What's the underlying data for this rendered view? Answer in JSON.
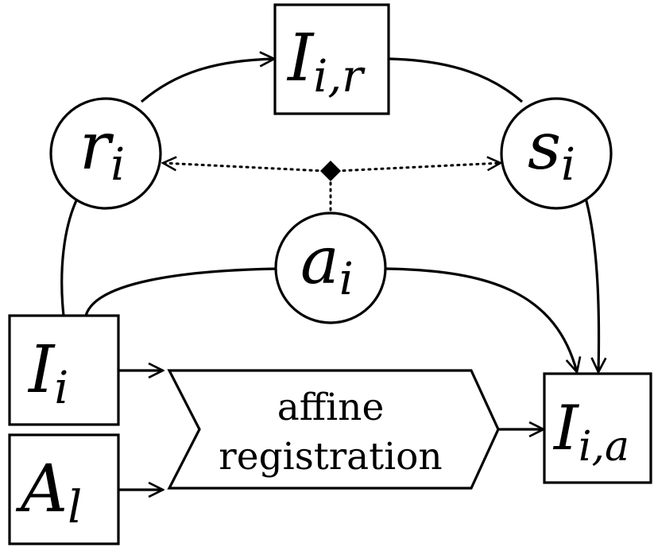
{
  "nodes": {
    "I_ir": {
      "main": "I",
      "sub": "i,r"
    },
    "r_i": {
      "main": "r",
      "sub": "i"
    },
    "s_i": {
      "main": "s",
      "sub": "i"
    },
    "a_i": {
      "main": "a",
      "sub": "i"
    },
    "I_i": {
      "main": "I",
      "sub": "i"
    },
    "A_l": {
      "main": "A",
      "sub": "l"
    },
    "I_ia": {
      "main": "I",
      "sub": "i,a"
    }
  },
  "process": {
    "line1": "affine",
    "line2": "registration"
  },
  "colors": {
    "stroke": "#000000",
    "background": "#ffffff"
  }
}
